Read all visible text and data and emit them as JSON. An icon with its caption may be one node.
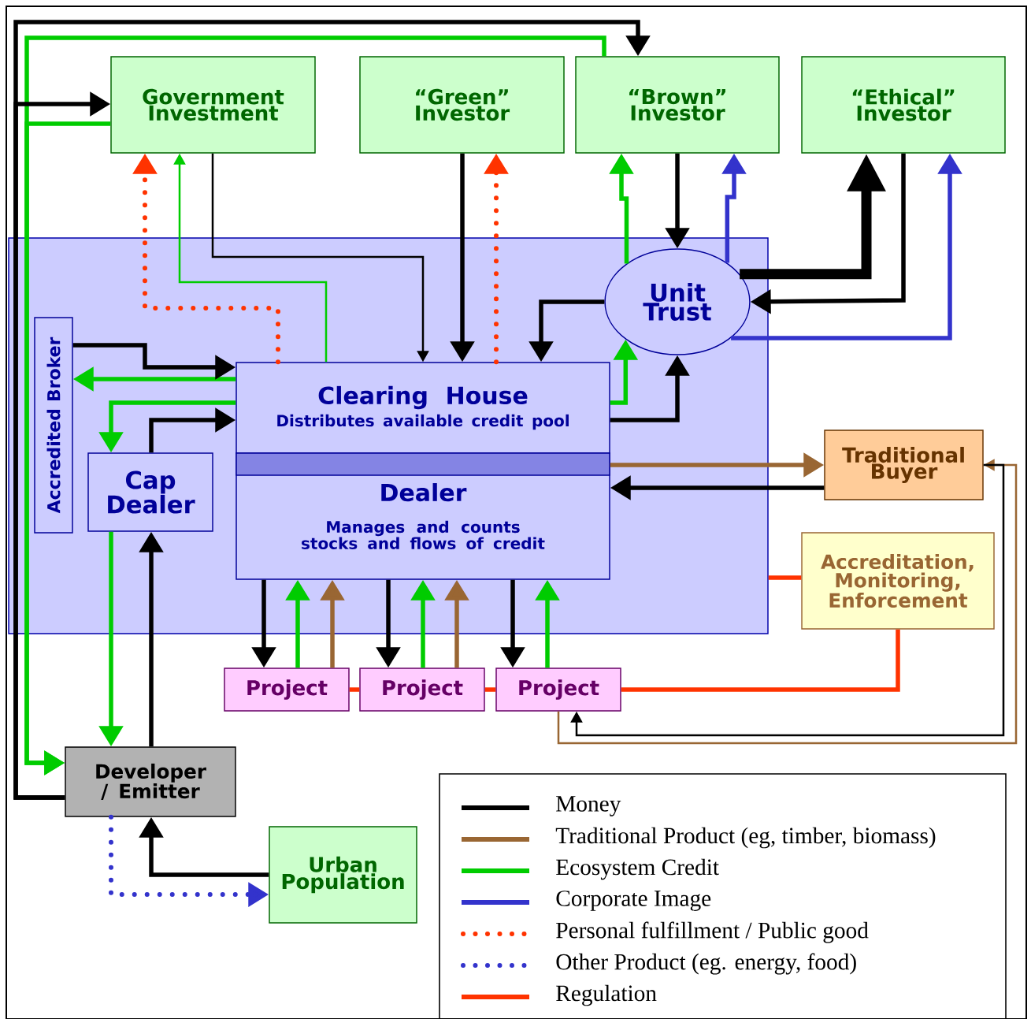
{
  "diagram": {
    "nodes": [
      {
        "text": [
          "Government Investment"
        ]
      },
      {
        "text": [
          "“Green” Investor"
        ]
      },
      {
        "text": [
          "“Brown” Investor"
        ]
      },
      {
        "text": [
          "“Ethical” Investor"
        ]
      },
      {
        "text": [],
        "shape": "box"
      },
      {
        "text": [
          "Unit Trust"
        ],
        "in": 4
      },
      {
        "text": [
          "Accredited Broker"
        ],
        "in": 4
      },
      {
        "text": [
          "Clearing House",
          "Distributes available credit pool"
        ],
        "in": 4
      },
      {
        "text": [
          "Cap Dealer"
        ],
        "in": 4
      },
      {
        "text": [
          "Dealer",
          "Manages and counts stocks and flows of credit"
        ],
        "in": 4
      },
      {
        "text": [
          "Traditional Buyer"
        ]
      },
      {
        "text": [
          "Accreditation, Monitoring, Enforcement"
        ]
      },
      {
        "text": [
          "Project"
        ]
      },
      {
        "text": [
          "Project"
        ]
      },
      {
        "text": [
          "Project"
        ]
      },
      {
        "text": [
          "Developer / Emitter"
        ]
      },
      {
        "text": [
          "Urban Population"
        ]
      }
    ],
    "edges": [
      {
        "from": 15,
        "to": 2,
        "arrow": "to"
      },
      {
        "from": 15,
        "to": 0,
        "arrow": "to"
      },
      {
        "from": 2,
        "to": 15,
        "arrow": "to",
        "color": "#00cc00"
      },
      {
        "from": 0,
        "to": 15,
        "arrow": "to",
        "color": "#00cc00"
      },
      {
        "from": 6,
        "to": 7,
        "arrow": "to"
      },
      {
        "from": 7,
        "to": 6,
        "arrow": "to",
        "color": "#00cc00"
      },
      {
        "from": 7,
        "to": 8,
        "arrow": "to",
        "color": "#00cc00"
      },
      {
        "from": 8,
        "to": 7,
        "arrow": "to"
      },
      {
        "from": 0,
        "to": 7,
        "arrow": "to"
      },
      {
        "from": 7,
        "to": 0,
        "arrow": "to",
        "color": "#00cc00"
      },
      {
        "from": 7,
        "to": 0,
        "arrow": "to",
        "style": "dashed",
        "color": "#ff3300"
      },
      {
        "from": 1,
        "to": 7,
        "arrow": "to"
      },
      {
        "from": 7,
        "to": 1,
        "arrow": "to",
        "style": "dashed",
        "color": "#ff3300"
      },
      {
        "from": 5,
        "to": 7,
        "arrow": "to"
      },
      {
        "from": 7,
        "to": 5,
        "arrow": "to",
        "color": "#00cc00"
      },
      {
        "from": 7,
        "to": 5,
        "arrow": "to"
      },
      {
        "from": 5,
        "to": 2,
        "arrow": "to",
        "color": "#00cc00"
      },
      {
        "from": 2,
        "to": 5,
        "arrow": "to"
      },
      {
        "from": 5,
        "to": 2,
        "arrow": "to",
        "color": "#3333cc"
      },
      {
        "from": 5,
        "to": 3,
        "arrow": "to",
        "style": "thick"
      },
      {
        "from": 3,
        "to": 5,
        "arrow": "to"
      },
      {
        "from": 5,
        "to": 3,
        "arrow": "to",
        "color": "#3333cc"
      },
      {
        "from": 9,
        "to": 10,
        "arrow": "to",
        "color": "#996633"
      },
      {
        "from": 10,
        "to": 9,
        "arrow": "to"
      },
      {
        "from": 11,
        "to": 4,
        "arrow": "none",
        "color": "#ff3300"
      },
      {
        "from": 9,
        "to": 12,
        "arrow": "to"
      },
      {
        "from": 12,
        "to": 9,
        "arrow": "to",
        "color": "#00cc00"
      },
      {
        "from": 12,
        "to": 9,
        "arrow": "to",
        "color": "#996633"
      },
      {
        "from": 9,
        "to": 13,
        "arrow": "to"
      },
      {
        "from": 13,
        "to": 9,
        "arrow": "to",
        "color": "#00cc00"
      },
      {
        "from": 13,
        "to": 9,
        "arrow": "to",
        "color": "#996633"
      },
      {
        "from": 9,
        "to": 14,
        "arrow": "to"
      },
      {
        "from": 14,
        "to": 9,
        "arrow": "to",
        "color": "#00cc00"
      },
      {
        "from": 12,
        "to": 13,
        "arrow": "none",
        "color": "#ff3300"
      },
      {
        "from": 13,
        "to": 14,
        "arrow": "none",
        "color": "#ff3300"
      },
      {
        "from": 14,
        "to": 11,
        "arrow": "none",
        "color": "#ff3300"
      },
      {
        "from": 10,
        "to": 14,
        "arrow": "to"
      },
      {
        "from": 14,
        "to": 10,
        "arrow": "to",
        "color": "#996633"
      },
      {
        "from": 8,
        "to": 15,
        "arrow": "to",
        "color": "#00cc00"
      },
      {
        "from": 15,
        "to": 8,
        "arrow": "to"
      },
      {
        "from": 16,
        "to": 15,
        "arrow": "to"
      },
      {
        "from": 15,
        "to": 16,
        "arrow": "to",
        "style": "dashed",
        "color": "#3333cc"
      }
    ],
    "legend": [
      {
        "text": "Money"
      },
      {
        "text": "Traditional Product (eg, timber, biomass)"
      },
      {
        "text": "Ecosystem Credit"
      },
      {
        "text": "Corporate Image"
      },
      {
        "text": "Personal fulfillment / Public good"
      },
      {
        "text": "Other Product (eg. energy, food)"
      },
      {
        "text": "Regulation"
      }
    ]
  }
}
